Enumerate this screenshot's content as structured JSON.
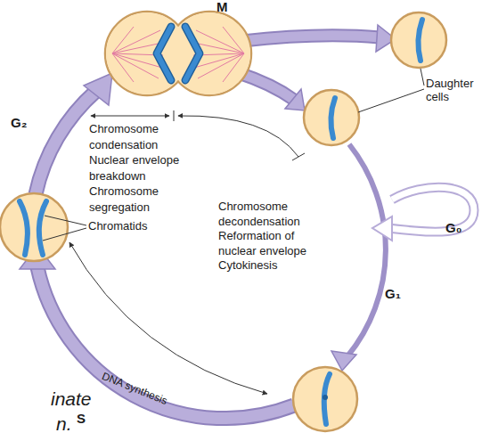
{
  "diagram": {
    "labels": [
      "M",
      "Daughter cells",
      "G₂",
      "Chromosome condensation Nuclear envelope breakdown Chromosome segregation",
      "Chromosome decondensation Reformation of nuclear envelope Cytokinesis",
      "Chromatids",
      "G₀",
      "G₁",
      "DNA synthesis",
      "inate",
      "S",
      "n."
    ]
  }
}
